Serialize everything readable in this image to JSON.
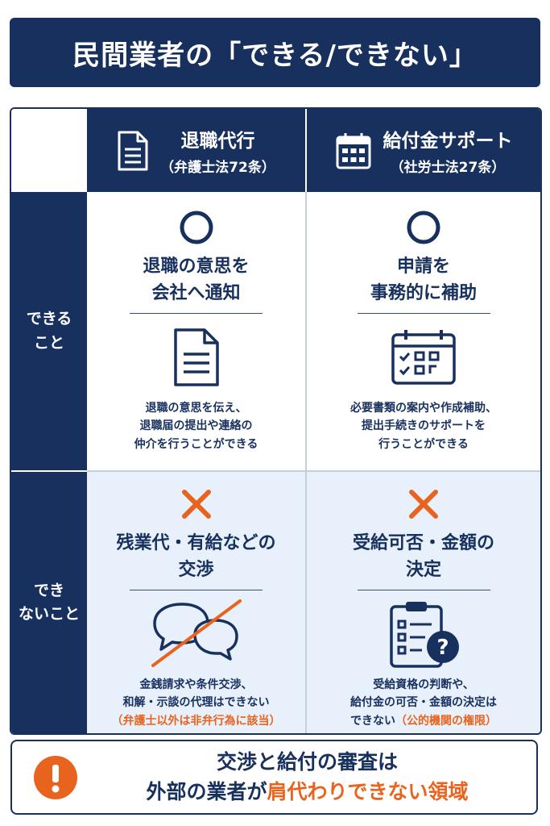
{
  "title": "民間業者の「できる/できない」",
  "columns": [
    {
      "name": "退職代行",
      "law": "（弁護士法72条）",
      "icon": "document-icon"
    },
    {
      "name": "給付金サポート",
      "law": "（社労士法27条）",
      "icon": "calendar-icon"
    }
  ],
  "rows": [
    {
      "label_line1": "できる",
      "label_line2": "こと"
    },
    {
      "label_line1": "でき",
      "label_line2": "ないこと"
    }
  ],
  "cells": {
    "can_retire": {
      "mark": "circle-icon",
      "headline": "退職の意思を\n会社へ通知",
      "description": "退職の意思を伝え、\n退職届の提出や連絡の\n仲介を行うことができる"
    },
    "can_benefit": {
      "mark": "circle-icon",
      "headline": "申請を\n事務的に補助",
      "description": "必要書類の案内や作成補助、\n提出手続きのサポートを\n行うことができる"
    },
    "cannot_retire": {
      "mark": "cross-icon",
      "headline": "残業代・有給などの\n交渉",
      "description": "金銭請求や条件交渉、\n和解・示談の代理はできない",
      "note": "（弁護士以外は非弁行為に該当）"
    },
    "cannot_benefit": {
      "mark": "cross-icon",
      "headline": "受給可否・金額の\n決定",
      "description_line1": "受給資格の判断や、",
      "description_line2": "給付金の可否・金額の決定は",
      "description_line3": "できない",
      "note": "（公的機関の権限）"
    }
  },
  "footer": {
    "line1": "交渉と給付の審査は",
    "line2_prefix": "外部の業者が",
    "line2_highlight": "肩代わりできない領域"
  },
  "colors": {
    "navy": "#17305e",
    "orange": "#e8641e",
    "light_blue": "#e7f0fb"
  }
}
